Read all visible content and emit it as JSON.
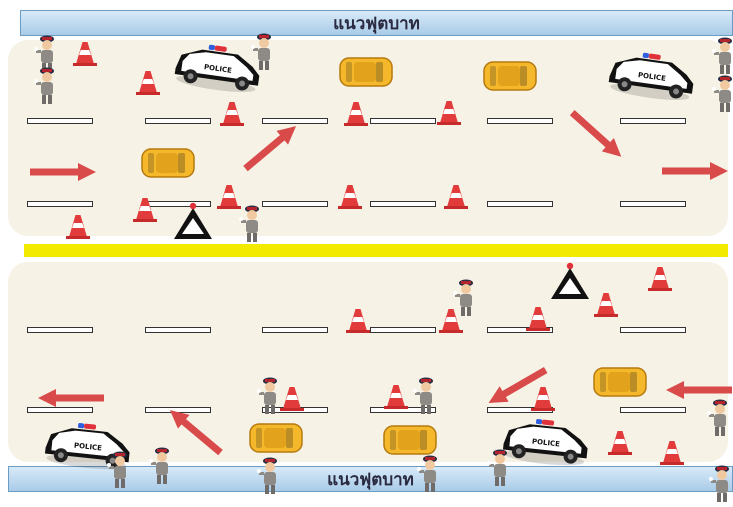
{
  "sidewalks": {
    "top_label": "แนวฟุตบาท",
    "bottom_label": "แนวฟุตบาท"
  },
  "labels": {
    "police_car": "POLICE"
  },
  "colors": {
    "road": "#f7f2e6",
    "median": "#f2ea00",
    "sidewalk": "#a9cbe8",
    "arrow": "#d94a4a",
    "cone": "#e23b3b",
    "car": "#f5b82a"
  },
  "icons": [
    "police-car-icon",
    "yellow-car-icon",
    "traffic-cone-icon",
    "direction-arrow-icon",
    "warning-triangle-icon",
    "traffic-officer-icon"
  ]
}
